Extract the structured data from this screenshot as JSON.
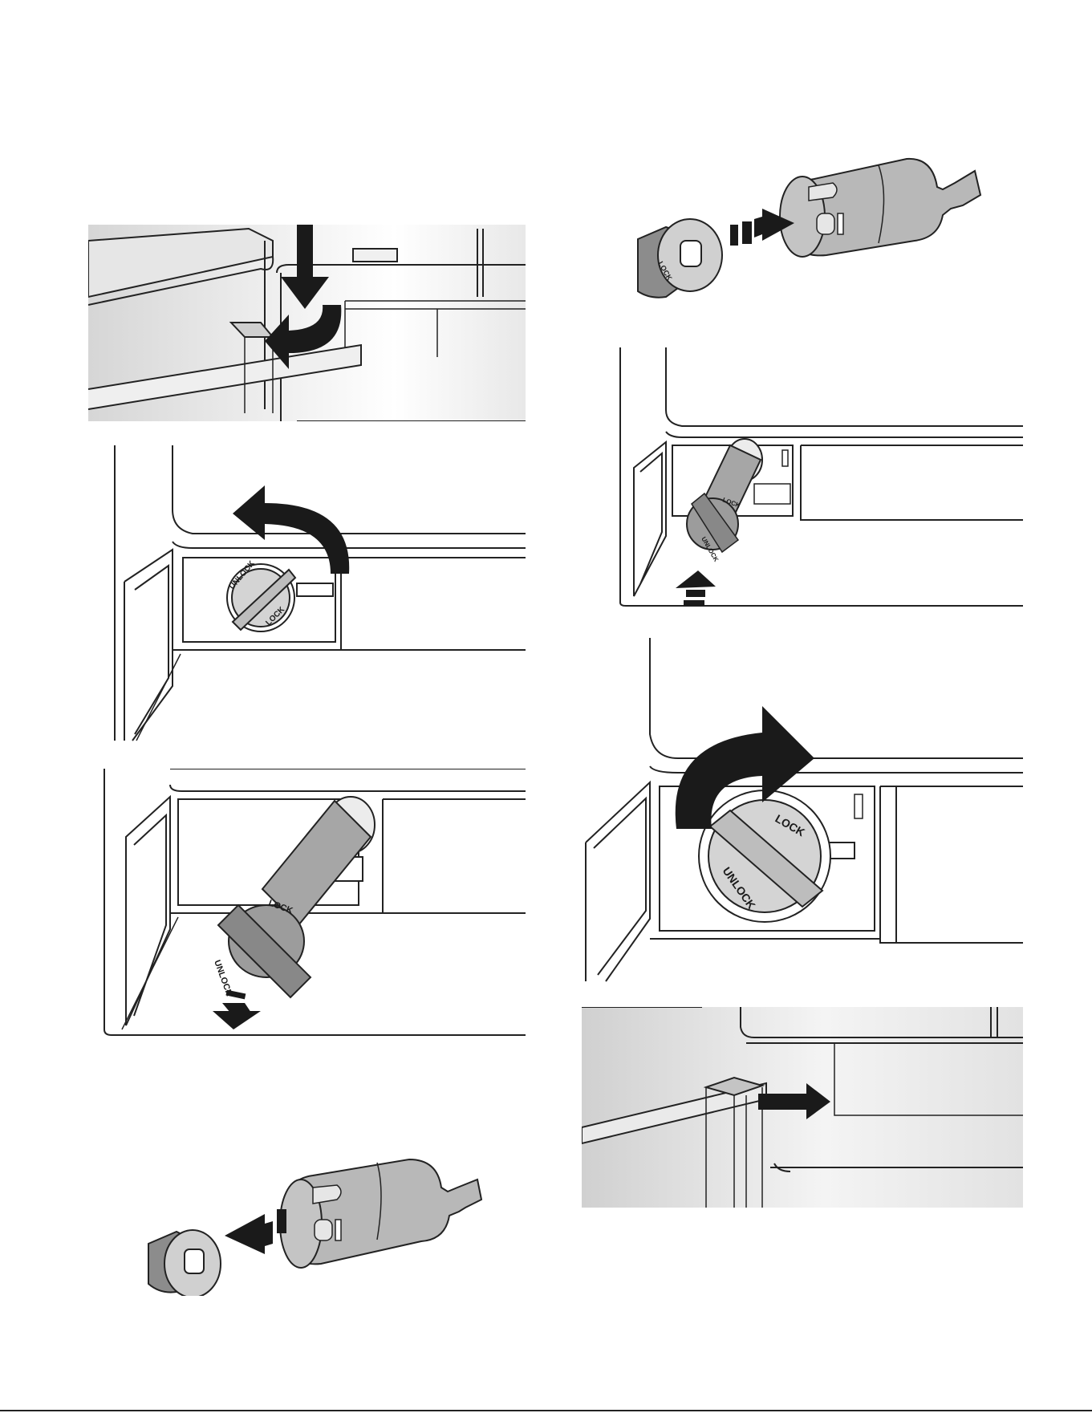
{
  "colors": {
    "ink": "#1a1a1a",
    "arrow": "#1a1a1a",
    "panel_shade": "#e2e2e2",
    "filter_body": "#a6a6a6",
    "cap_gray": "#8c8c8c",
    "background": "#ffffff"
  },
  "dial_labels": {
    "unlock": "UNLOCK",
    "lock": "LOCK"
  },
  "panels": [
    {
      "name": "lower-cover-press-down",
      "icons": [
        "down-arrow-icon",
        "curved-arrow-icon"
      ]
    },
    {
      "name": "rotate-filter-cap-left",
      "icons": [
        "curved-arrow-left-icon"
      ]
    },
    {
      "name": "pull-filter-out",
      "icons": [
        "pull-down-arrow-icon"
      ]
    },
    {
      "name": "remove-cap-from-old-filter",
      "icons": [
        "left-arrow-icon"
      ]
    },
    {
      "name": "attach-cap-to-new-filter",
      "icons": [
        "right-arrow-icon"
      ]
    },
    {
      "name": "insert-new-filter",
      "icons": [
        "up-arrow-icon"
      ]
    },
    {
      "name": "rotate-filter-cap-right",
      "icons": [
        "curved-arrow-right-icon"
      ]
    },
    {
      "name": "close-cover",
      "icons": [
        "right-arrow-icon"
      ]
    }
  ]
}
